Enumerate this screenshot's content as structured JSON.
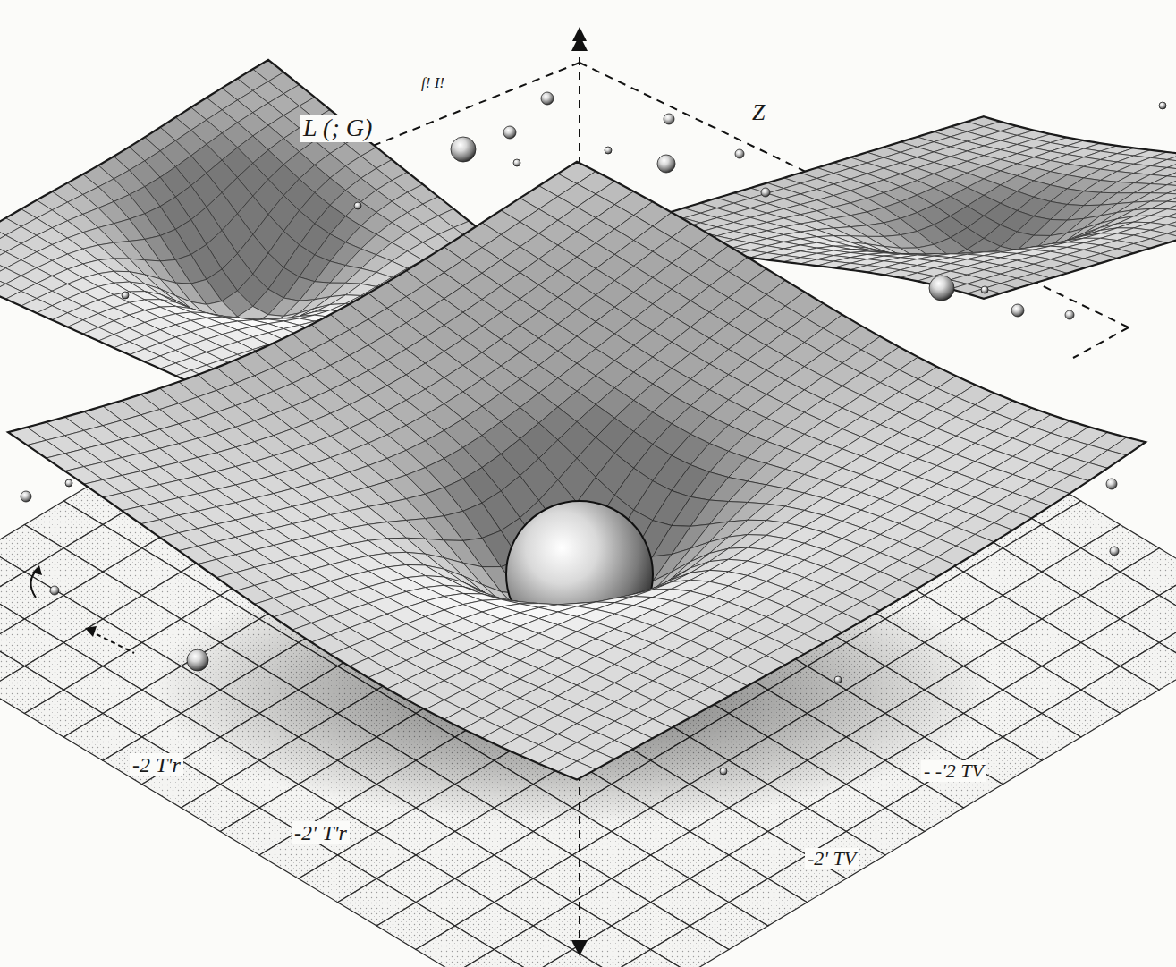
{
  "diagram": {
    "labels": [
      "L (; G)",
      "f! I!",
      "Z",
      "-2 T'r",
      "-2' T'r",
      "-2' TV",
      "- -'2 TV"
    ]
  }
}
